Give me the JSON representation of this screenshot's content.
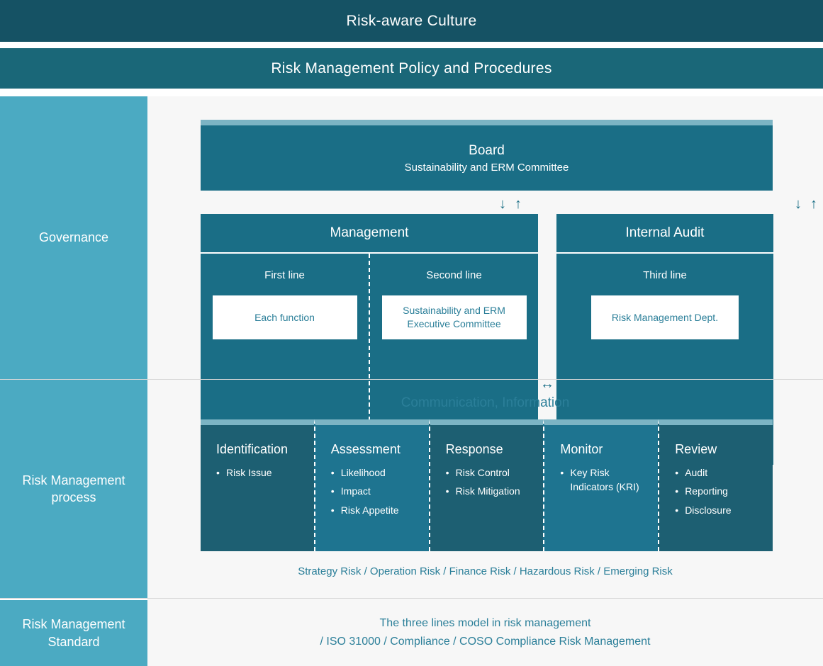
{
  "bands": {
    "culture": "Risk-aware Culture",
    "policy": "Risk Management Policy and Procedures"
  },
  "colors": {
    "dark_header": "#155264",
    "policy_band": "#1a6778",
    "sidebar": "#4baac2",
    "box_teal": "#1a6e86",
    "accent_top": "#7cb4c4",
    "process_dark": "#1d5f72",
    "process_light": "#1e7490",
    "text_teal": "#2b7f99",
    "page_bg": "#f7f7f7"
  },
  "governance": {
    "row_label": "Governance",
    "board": {
      "title": "Board",
      "subtitle": "Sustainability and ERM Committee"
    },
    "arrows": {
      "down": "↓",
      "up": "↑",
      "bidirectional": "↔"
    },
    "management": {
      "title": "Management",
      "lines": [
        {
          "label": "First line",
          "box": "Each function"
        },
        {
          "label": "Second line",
          "box": "Sustainability and ERM Executive Committee"
        }
      ]
    },
    "internal_audit": {
      "title": "Internal Audit",
      "lines": [
        {
          "label": "Third line",
          "box": "Risk Management Dept."
        }
      ]
    }
  },
  "process": {
    "row_label": "Risk Management process",
    "communication_title": "Communication, Information",
    "columns": [
      {
        "name": "Identification",
        "items": [
          "Risk Issue"
        ],
        "shade": "dark"
      },
      {
        "name": "Assessment",
        "items": [
          "Likelihood",
          "Impact",
          "Risk Appetite"
        ],
        "shade": "light"
      },
      {
        "name": "Response",
        "items": [
          "Risk Control",
          "Risk Mitigation"
        ],
        "shade": "dark"
      },
      {
        "name": "Monitor",
        "items": [
          "Key Risk Indicators (KRI)"
        ],
        "shade": "light"
      },
      {
        "name": "Review",
        "items": [
          "Audit",
          "Reporting",
          "Disclosure"
        ],
        "shade": "dark"
      }
    ],
    "risk_types": "Strategy Risk / Operation Risk / Finance Risk / Hazardous Risk / Emerging Risk"
  },
  "standard": {
    "row_label": "Risk Management Standard",
    "line1": "The three lines model in risk management",
    "line2": "/ ISO 31000 / Compliance / COSO Compliance Risk Management"
  }
}
